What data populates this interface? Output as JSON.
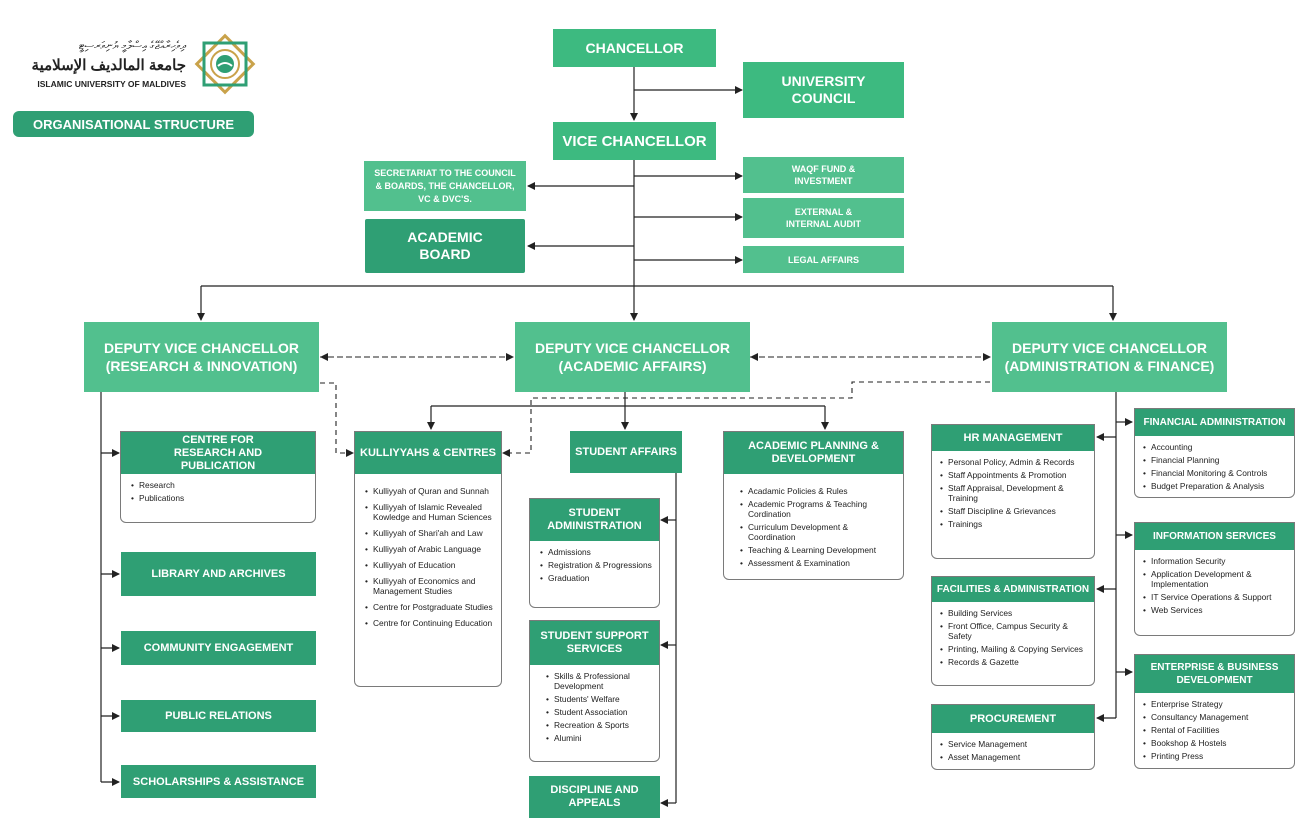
{
  "header": {
    "arabic_name": "جامعة المالديف الإسلامية",
    "dhivehi_name": "ދިވެހިރާއްޖޭގެ އިސްލާމީ ޔުނިވަރސިޓީ",
    "english_name": "ISLAMIC UNIVERSITY OF MALDIVES",
    "badge": "ORGANISATIONAL STRUCTURE"
  },
  "top": {
    "chancellor": "CHANCELLOR",
    "council": "UNIVERSITY COUNCIL",
    "vice": "VICE CHANCELLOR",
    "secretariat": "SECRETARIAT TO THE COUNCIL & BOARDS, THE CHANCELLOR, VC & DVC'S.",
    "academic_board": "ACADEMIC BOARD",
    "waqf": "WAQF FUND & INVESTMENT",
    "audit": "EXTERNAL & INTERNAL AUDIT",
    "legal": "LEGAL AFFAIRS"
  },
  "dvc": {
    "research": "DEPUTY VICE CHANCELLOR (RESEARCH & INNOVATION)",
    "academic": "DEPUTY VICE CHANCELLOR (ACADEMIC AFFAIRS)",
    "admin": "DEPUTY VICE CHANCELLOR (ADMINISTRATION & FINANCE)"
  },
  "research": {
    "crp": {
      "title": "CENTRE FOR RESEARCH AND PUBLICATION",
      "items": [
        "Research",
        "Publications"
      ]
    },
    "library": "LIBRARY AND ARCHIVES",
    "community": "COMMUNITY ENGAGEMENT",
    "pr": "PUBLIC RELATIONS",
    "scholar": "SCHOLARSHIPS & ASSISTANCE"
  },
  "academic": {
    "kulliyyahs": {
      "title": "KULLIYYAHS & CENTRES",
      "items": [
        "Kulliyyah of Quran and Sunnah",
        "Kulliyyah of Islamic Revealed Kowledge and Human Sciences",
        "Kulliyyah of Shari'ah and Law",
        "Kulliyyah of Arabic Language",
        "Kulliyyah of Education",
        "Kulliyyah of Economics and Management Studies",
        "Centre for Postgraduate Studies",
        "Centre for Continuing Education"
      ]
    },
    "student_affairs": "STUDENT AFFAIRS",
    "student_admin": {
      "title": "STUDENT ADMINISTRATION",
      "items": [
        "Admissions",
        "Registration & Progressions",
        "Graduation"
      ]
    },
    "student_support": {
      "title": "STUDENT SUPPORT SERVICES",
      "items": [
        "Skills & Professional Development",
        "Students' Welfare",
        "Student Association",
        "Recreation & Sports",
        "Alumini"
      ]
    },
    "discipline": "DISCIPLINE AND APPEALS",
    "planning": {
      "title": "ACADEMIC PLANNING & DEVELOPMENT",
      "items": [
        "Acadamic Policies & Rules",
        "Academic Programs & Teaching Cordination",
        "Curriculum Development & Coordination",
        "Teaching & Learning Development",
        "Assessment & Examination"
      ]
    }
  },
  "admin": {
    "hr": {
      "title": "HR MANAGEMENT",
      "items": [
        "Personal Policy, Admin & Records",
        "Staff Appointments & Promotion",
        "Staff Appraisal, Development & Training",
        "Staff Discipline & Grievances",
        "Trainings"
      ]
    },
    "facilities": {
      "title": "FACILITIES & ADMINISTRATION",
      "items": [
        "Building Services",
        "Front Office, Campus Security & Safety",
        "Printing, Mailing & Copying Services",
        "Records & Gazette"
      ]
    },
    "procurement": {
      "title": "PROCUREMENT",
      "items": [
        "Service Management",
        "Asset Management"
      ]
    },
    "financial": {
      "title": "FINANCIAL ADMINISTRATION",
      "items": [
        "Accounting",
        "Financial Planning",
        "Financial Monitoring & Controls",
        "Budget Preparation & Analysis"
      ]
    },
    "info": {
      "title": "INFORMATION SERVICES",
      "items": [
        "Information Security",
        "Application Development & Implementation",
        "IT Service Operations & Support",
        "Web Services"
      ]
    },
    "enterprise": {
      "title": "ENTERPRISE & BUSINESS DEVELOPMENT",
      "items": [
        "Enterprise Strategy",
        "Consultancy Management",
        "Rental of Facilities",
        "Bookshop & Hostels",
        "Printing Press"
      ]
    }
  }
}
